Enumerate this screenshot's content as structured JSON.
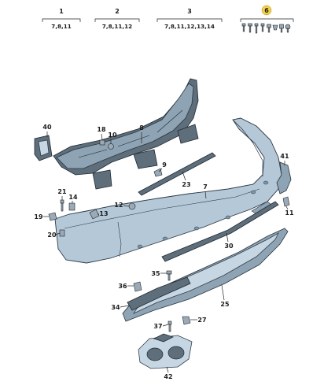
{
  "header_sets": [
    {
      "num": "1",
      "subs": "7,8,11",
      "highlight": false
    },
    {
      "num": "2",
      "subs": "7,8,11,12",
      "highlight": false
    },
    {
      "num": "3",
      "subs": "7,8,11,12,13,14",
      "highlight": false
    },
    {
      "num": "6",
      "subs": "",
      "highlight": true
    }
  ],
  "callouts": {
    "c40": "40",
    "c18": "18",
    "c10": "10",
    "c8": "8",
    "c9": "9",
    "c23": "23",
    "c7": "7",
    "c41": "41",
    "c21": "21",
    "c14": "14",
    "c12": "12",
    "c13": "13",
    "c19": "19",
    "c20": "20",
    "c11": "11",
    "c30": "30",
    "c35": "35",
    "c36": "36",
    "c34": "34",
    "c25": "25",
    "c37": "37",
    "c27": "27",
    "c42": "42"
  },
  "colors": {
    "bumper": "#b4c8d8",
    "highlight": "#f2d24b",
    "line": "#222222"
  }
}
